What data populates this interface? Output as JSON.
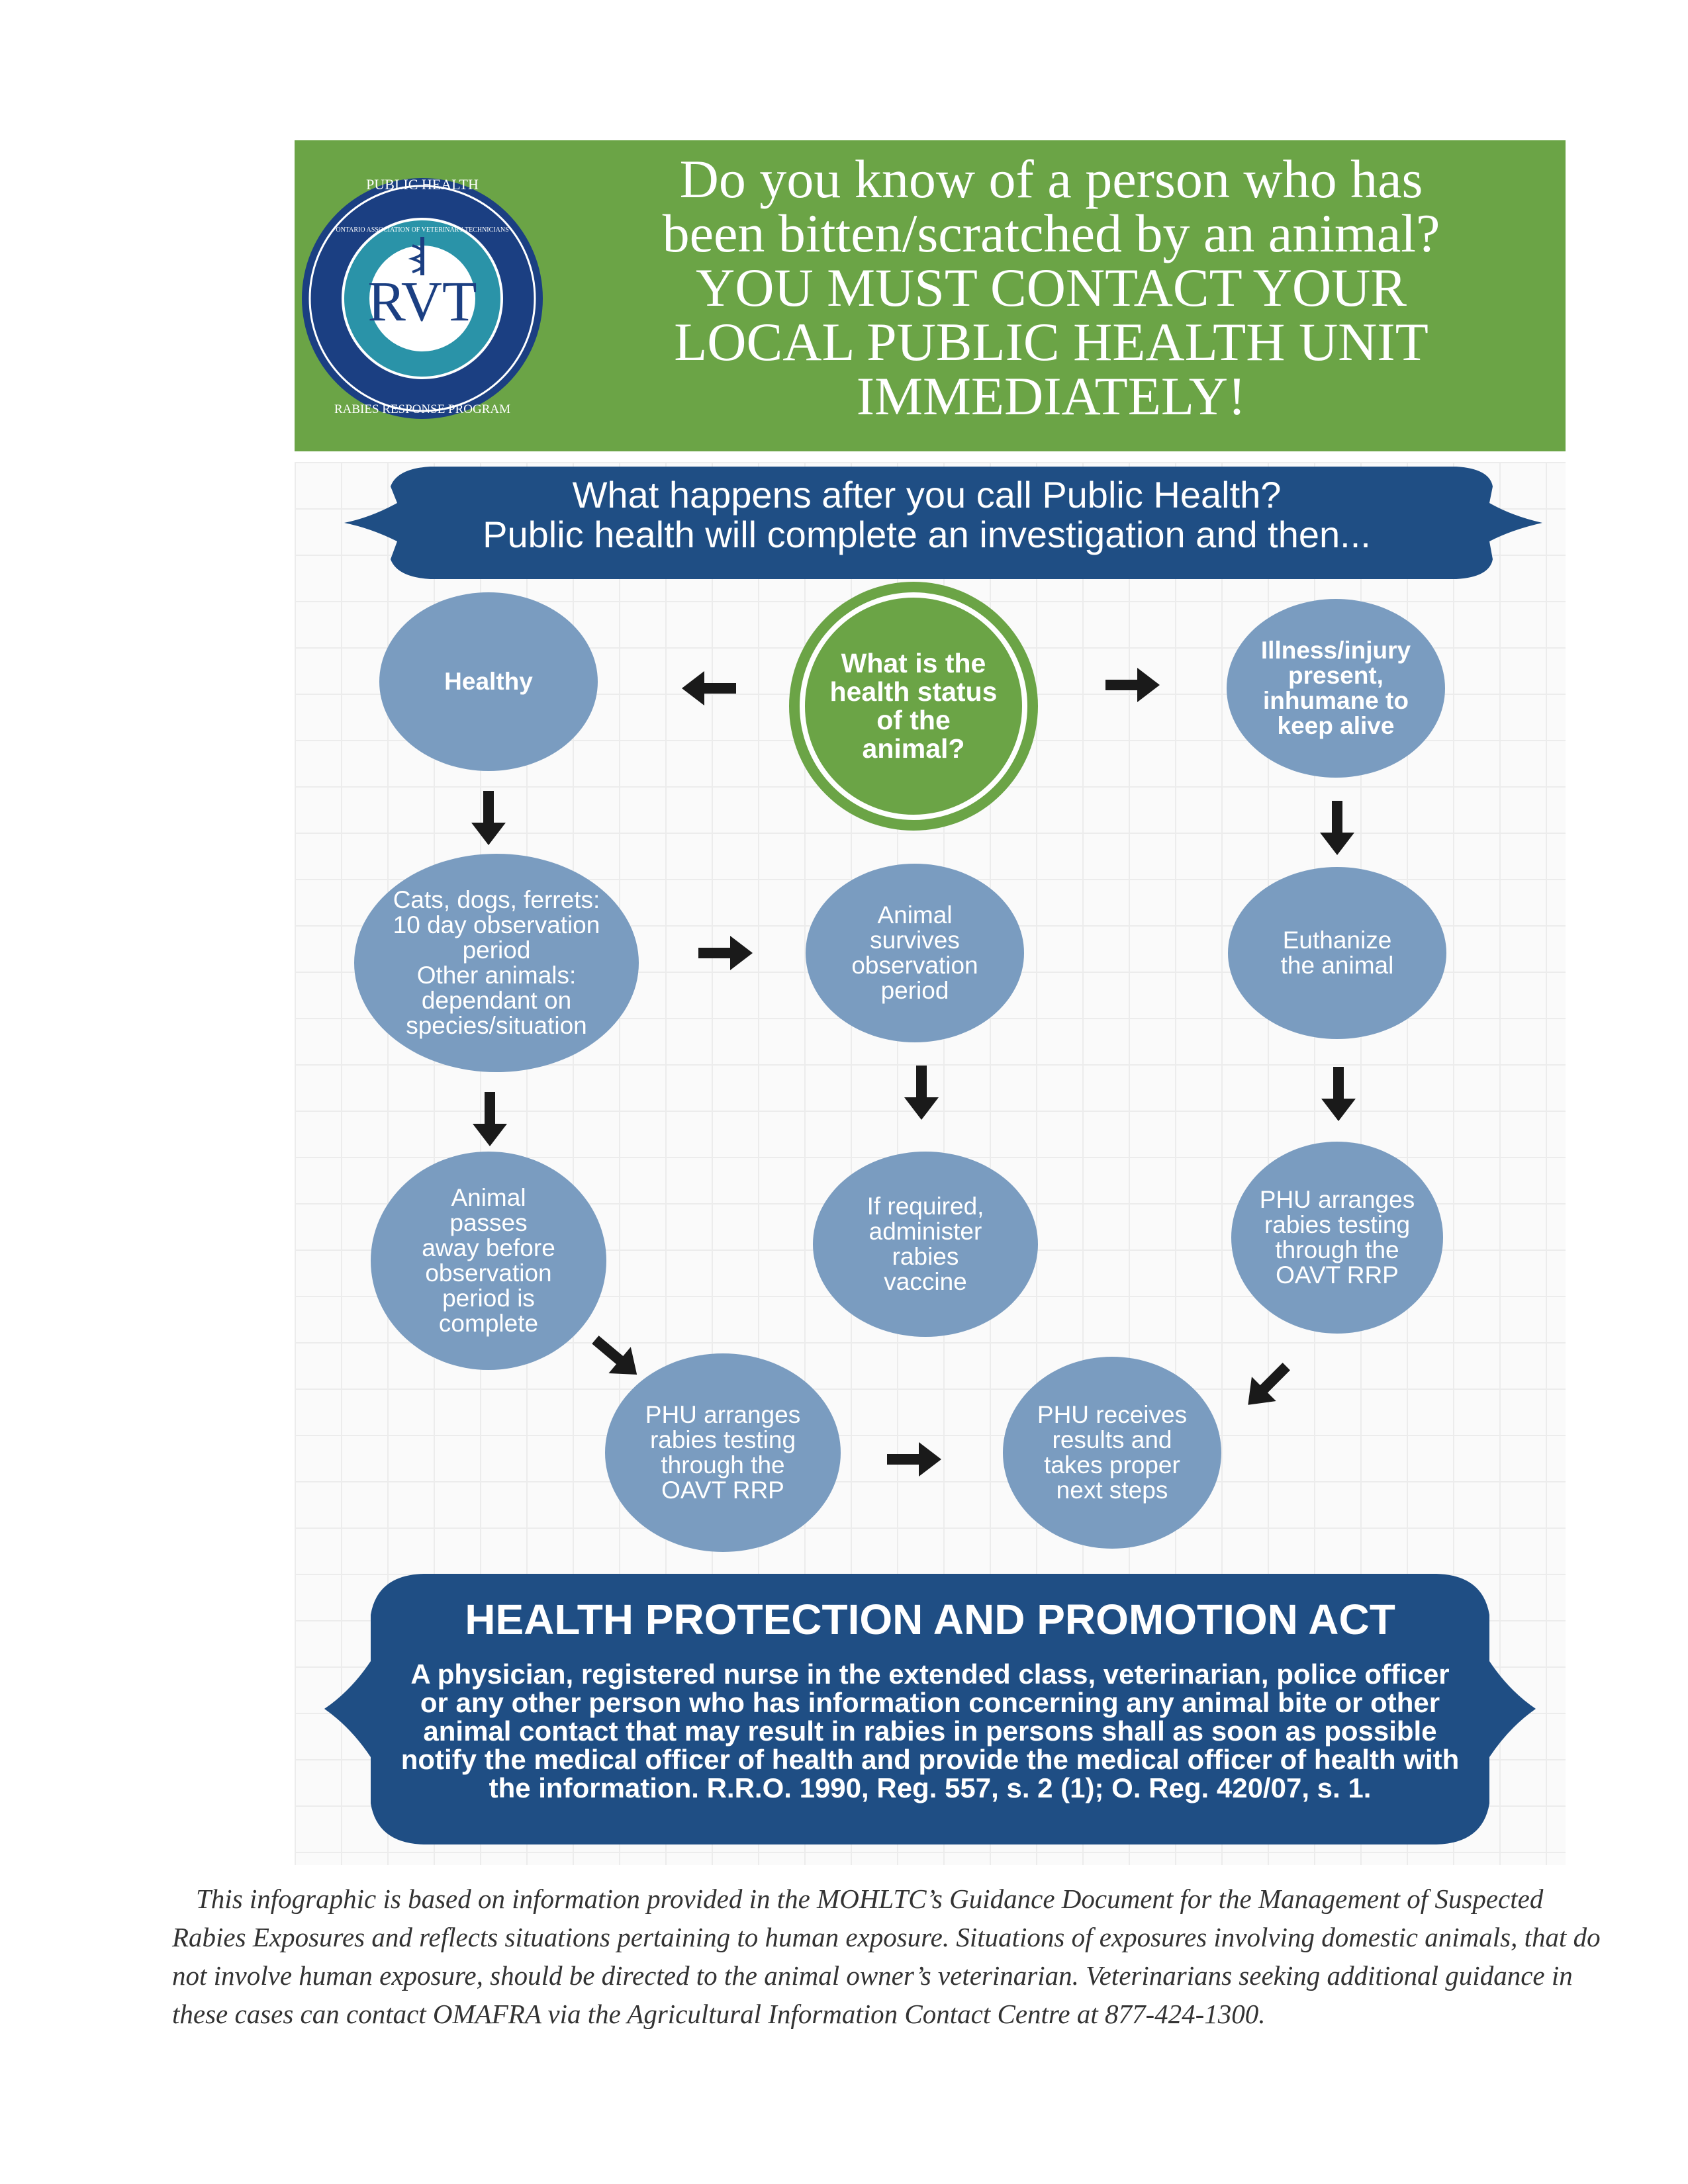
{
  "banner": {
    "logo": {
      "monogram": "RVT",
      "ring_top": "PUBLIC HEALTH",
      "ring_bottom": "RABIES RESPONSE PROGRAM",
      "inner_ring": "ONTARIO ASSOCIATION OF VETERINARY TECHNICIANS"
    },
    "lines": [
      "Do you know of a person who has",
      "been bitten/scratched by an animal?",
      "YOU MUST CONTACT YOUR",
      "LOCAL PUBLIC HEALTH UNIT",
      "IMMEDIATELY!"
    ]
  },
  "question_ribbon": {
    "line1": "What happens after you call Public Health?",
    "line2": "Public health will complete an investigation and then..."
  },
  "nodes": {
    "center": "What is the\nhealth status\nof the\nanimal?",
    "healthy": "Healthy",
    "illness": "Illness/injury\npresent,\ninhumane to\nkeep alive",
    "observation": "Cats, dogs, ferrets:\n10 day observation\nperiod\nOther animals:\ndependant on\nspecies/situation",
    "survives": "Animal\nsurvives\nobservation\nperiod",
    "euthanize": "Euthanize\nthe  animal",
    "passes_away": "Animal\npasses\naway before\nobservation\nperiod is\ncomplete",
    "vaccine": "If required,\nadminister\nrabies\nvaccine",
    "phu_testing_right": "PHU arranges\nrabies testing\nthrough the\nOAVT  RRP",
    "phu_testing_bottom": "PHU arranges\nrabies testing\nthrough the\nOAVT  RRP",
    "phu_receives": "PHU receives\nresults and\ntakes proper\nnext steps"
  },
  "act_ribbon": {
    "title": "HEALTH PROTECTION AND PROMOTION ACT",
    "body": "A physician, registered nurse in the extended class, veterinarian, police officer or any other person who has information concerning any animal bite or other animal contact that may result in rabies in persons shall as soon as possible notify the medical officer of health and provide the medical officer of health with the information. R.R.O. 1990, Reg. 557, s. 2 (1); O. Reg. 420/07, s. 1."
  },
  "footer": {
    "text": "This infographic is based on information provided in the MOHLTC’s Guidance Document for the Management of Suspected Rabies Exposures and reflects situations pertaining to human exposure. Situations of exposures involving domestic animals, that do not involve human exposure, should be directed to the animal owner’s veterinarian.  Veterinarians seeking additional guidance in these cases can contact OMAFRA via the Agricultural Information Contact Centre at 877-424-1300."
  },
  "colors": {
    "banner_green": "#6ba446",
    "node_blue": "#7a9cc0",
    "ribbon_navy": "#1f4e84",
    "center_green": "#6ba446",
    "logo_navy": "#1b3f82",
    "logo_teal": "#2a93a8"
  }
}
